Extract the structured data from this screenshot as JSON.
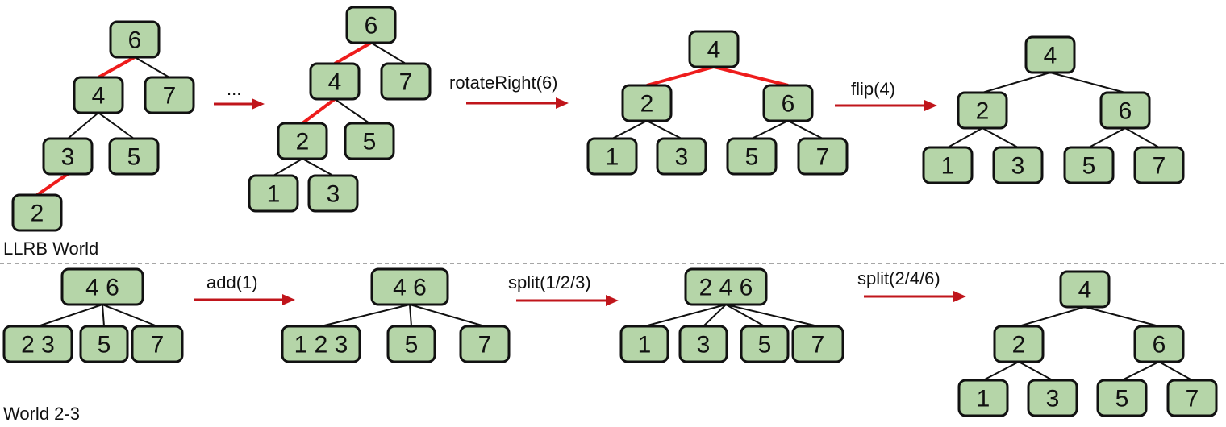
{
  "colors": {
    "node_fill": "#b5d5a8",
    "red_link": "#ee1c1c",
    "arrow": "#c0151b"
  },
  "sections": {
    "llrb": {
      "label": "LLRB World",
      "steps": [
        {
          "name": "llrb-tree-1",
          "nodes": [
            "6",
            "4",
            "7",
            "3",
            "5",
            "2"
          ]
        },
        {
          "name": "llrb-tree-2",
          "nodes": [
            "6",
            "4",
            "7",
            "2",
            "5",
            "1",
            "3"
          ]
        },
        {
          "name": "llrb-tree-3",
          "nodes": [
            "4",
            "2",
            "6",
            "1",
            "3",
            "5",
            "7"
          ]
        },
        {
          "name": "llrb-tree-4",
          "nodes": [
            "4",
            "2",
            "6",
            "1",
            "3",
            "5",
            "7"
          ]
        }
      ],
      "operations": [
        "...",
        "rotateRight(6)",
        "flip(4)"
      ]
    },
    "two_three": {
      "label": "World 2-3",
      "steps": [
        {
          "name": "tree23-1",
          "nodes": [
            "4 6",
            "2 3",
            "5",
            "7"
          ]
        },
        {
          "name": "tree23-2",
          "nodes": [
            "4 6",
            "1 2 3",
            "5",
            "7"
          ]
        },
        {
          "name": "tree23-3",
          "nodes": [
            "2 4 6",
            "1",
            "3",
            "5",
            "7"
          ]
        },
        {
          "name": "tree23-4",
          "nodes": [
            "4",
            "2",
            "6",
            "1",
            "3",
            "5",
            "7"
          ]
        }
      ],
      "operations": [
        "add(1)",
        "split(1/2/3)",
        "split(2/4/6)"
      ]
    }
  }
}
